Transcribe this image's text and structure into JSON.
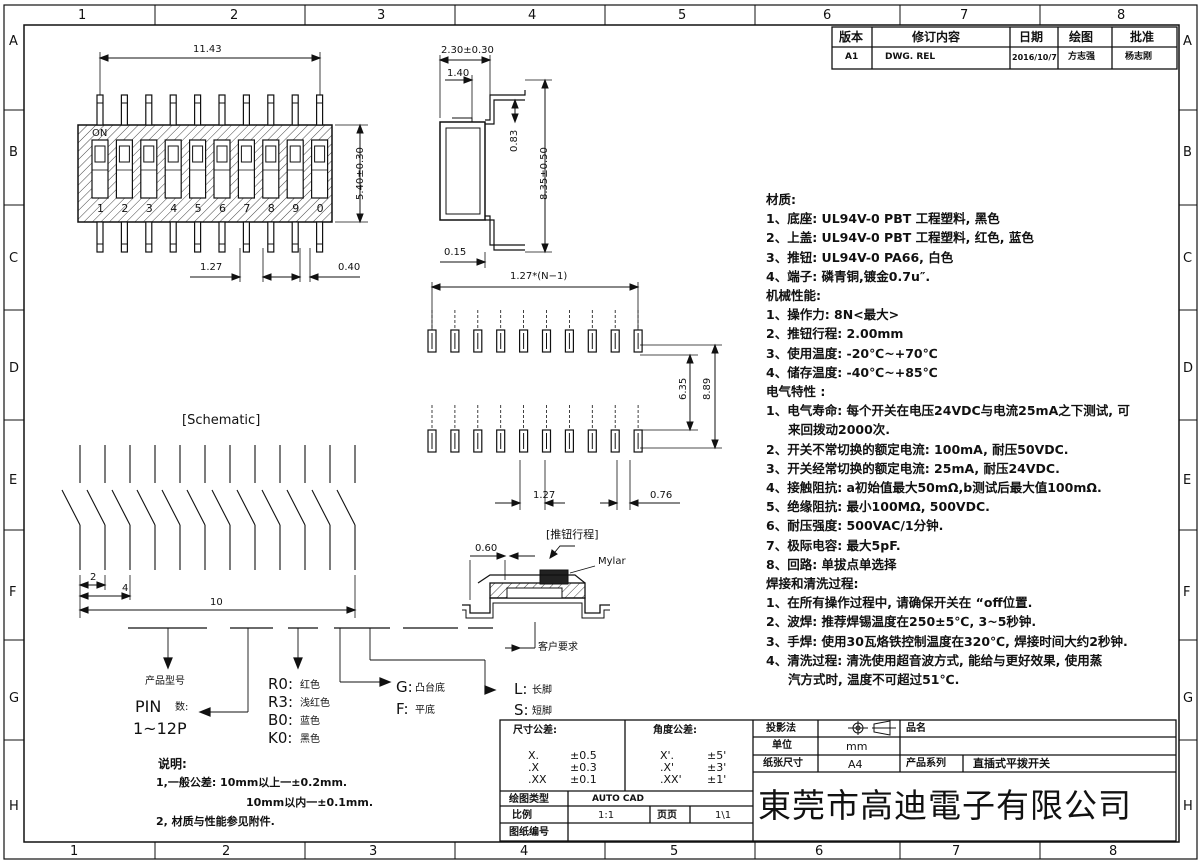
{
  "grid": {
    "cols": [
      "1",
      "2",
      "3",
      "4",
      "5",
      "6",
      "7",
      "8"
    ],
    "rows": [
      "A",
      "B",
      "C",
      "D",
      "E",
      "F",
      "G",
      "H"
    ]
  },
  "revision": {
    "headers": [
      "版本",
      "修订内容",
      "日期",
      "绘图",
      "批准"
    ],
    "row": [
      "A1",
      "DWG. REL",
      "2016/10/7",
      "方志强",
      "杨志刚"
    ]
  },
  "dims": {
    "top_width": "11.43",
    "side_height": "5.40±0.30",
    "pitch_a": "1.27",
    "pin_w": "0.40",
    "body_th": "2.30±0.30",
    "lead_off": "1.40",
    "stand": "0.83",
    "total_h": "8.35±0.50",
    "foot": "0.15",
    "pitch_n": "1.27*(N−1)",
    "row_sp1": "6.35",
    "row_sp2": "8.89",
    "pitch_b": "1.27",
    "pad_b": "0.76",
    "mylar_dim": "0.60",
    "sch_a": "2",
    "sch_b": "4",
    "sch_c": "10"
  },
  "labels": {
    "on_mark": "ON",
    "switch_numbers": [
      "1",
      "2",
      "3",
      "4",
      "5",
      "6",
      "7",
      "8",
      "9",
      "0"
    ],
    "schematic": "[Schematic]",
    "travel": "[推钮行程]",
    "mylar": "Mylar",
    "customer": "客户要求"
  },
  "code": {
    "product_label": "产品型号",
    "pin_label": "PIN",
    "pin_suffix": "数:",
    "pin_range": "1~12P",
    "colors": [
      {
        "code": "R0:",
        "name": "红色"
      },
      {
        "code": "R3:",
        "name": "浅红色"
      },
      {
        "code": "B0:",
        "name": "蓝色"
      },
      {
        "code": "K0:",
        "name": "黑色"
      }
    ],
    "base": [
      {
        "code": "G:",
        "name": "凸台底"
      },
      {
        "code": "F:",
        "name": "平底"
      }
    ],
    "leg": [
      {
        "code": "L:",
        "name": "长脚"
      },
      {
        "code": "S:",
        "name": "短脚"
      }
    ]
  },
  "notes": {
    "title": "说明:",
    "lines": [
      "1,一般公差: 10mm以上一±0.2mm.",
      "10mm以内一±0.1mm.",
      "2, 材质与性能参见附件."
    ]
  },
  "spec": [
    "材质:",
    "1、底座: UL94V-0 PBT 工程塑料, 黑色",
    "2、上盖: UL94V-0 PBT 工程塑料, 红色, 蓝色",
    "3、推钮: UL94V-0 PA66, 白色",
    "4、端子: 磷青铜,镀金0.7u″.",
    "机械性能:",
    "1、操作力: 8N<最大>",
    "2、推钮行程: 2.00mm",
    "3、使用温度: -20℃~+70℃",
    "4、储存温度: -40℃~+85℃",
    "电气特性 :",
    "1、电气寿命: 每个开关在电压24VDC与电流25mA之下测试, 可",
    "来回拨动2000次.",
    "2、开关不常切换的额定电流: 100mA, 耐压50VDC.",
    "3、开关经常切换的额定电流: 25mA, 耐压24VDC.",
    "4、接触阻抗: a初始值最大50mΩ,b测试后最大值100mΩ.",
    "5、绝缘阻抗: 最小100MΩ, 500VDC.",
    "6、耐压强度: 500VAC/1分钟.",
    "7、极际电容: 最大5pF.",
    "8、回路: 单拔点单选择",
    "焊接和清洗过程:",
    "1、在所有操作过程中, 请确保开关在 “off位置.",
    "2、波焊: 推荐焊锡温度在250±5℃, 3~5秒钟.",
    "3、手焊: 使用30瓦烙铁控制温度在320℃, 焊接时间大约2秒钟.",
    "4、清洗过程: 清洗使用超音波方式, 能给与更好效果, 使用蒸",
    "汽方式时, 温度不可超过51℃."
  ],
  "titleblock": {
    "size_tol": "尺寸公差:",
    "angle_tol": "角度公差:",
    "tol_rows": [
      {
        "a": "X.",
        "b": "±0.5",
        "c": "X'.",
        "d": "±5'"
      },
      {
        "a": ".X",
        "b": "±0.3",
        "c": ".X'",
        "d": "±3'"
      },
      {
        "a": ".XX",
        "b": "±0.1",
        "c": ".XX'",
        "d": "±1'"
      }
    ],
    "projection": "投影法",
    "unit_label": "单位",
    "unit": "mm",
    "sheet_size_label": "纸张尺寸",
    "sheet_size": "A4",
    "product_series_label": "产品系列",
    "product_series": "直插式平拨开关",
    "product_name_label": "品名",
    "draw_type_label": "绘图类型",
    "draw_type": "AUTO CAD",
    "scale_label": "比例",
    "scale": "1:1",
    "page_label": "页页",
    "page": "1\\1",
    "drawing_no_label": "图纸编号",
    "company": "東莞市高迪電子有限公司"
  }
}
